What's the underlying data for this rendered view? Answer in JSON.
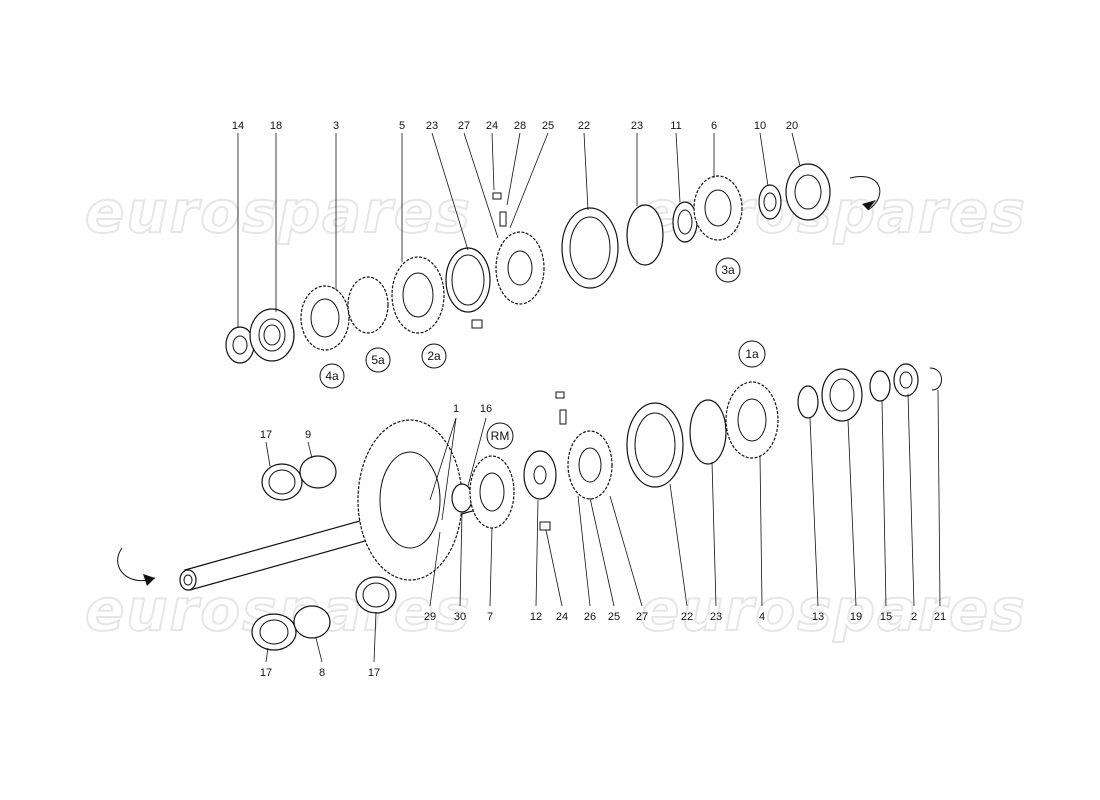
{
  "watermarks": [
    "eurospares",
    "eurospares",
    "eurospares",
    "eurospares"
  ],
  "upper_labels": [
    "14",
    "18",
    "3",
    "5",
    "23",
    "27",
    "24",
    "28",
    "25",
    "22",
    "23",
    "11",
    "6",
    "10",
    "20"
  ],
  "upper_gear_labels": [
    "4a",
    "5a",
    "2a",
    "3a"
  ],
  "lower_top_labels": [
    "17",
    "9",
    "1",
    "16"
  ],
  "lower_gear_labels": [
    "RM",
    "1a"
  ],
  "lower_bottom_labels": [
    "29",
    "30",
    "7",
    "12",
    "24",
    "26",
    "25",
    "27",
    "22",
    "23",
    "4",
    "13",
    "19",
    "15",
    "2",
    "21"
  ],
  "lower_bottom_extra": [
    "17",
    "8",
    "17"
  ]
}
